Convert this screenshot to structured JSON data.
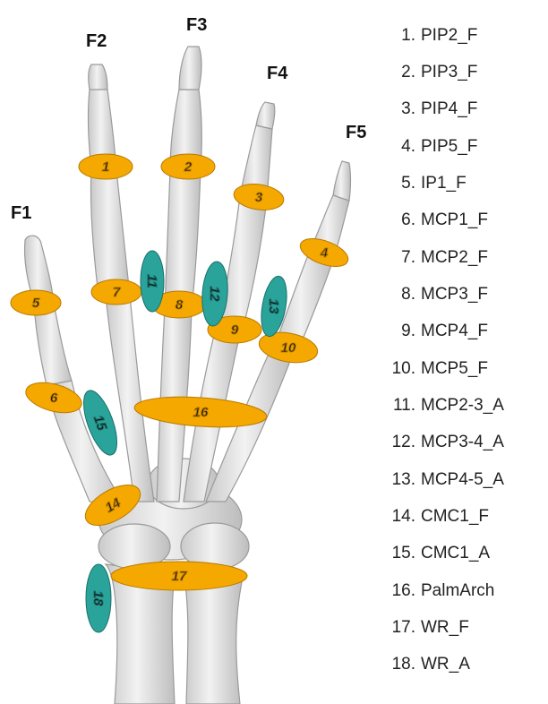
{
  "finger_labels": [
    "F1",
    "F2",
    "F3",
    "F4",
    "F5"
  ],
  "markers": [
    "1",
    "2",
    "3",
    "4",
    "5",
    "6",
    "7",
    "8",
    "9",
    "10",
    "11",
    "12",
    "13",
    "14",
    "15",
    "16",
    "17",
    "18"
  ],
  "legend": [
    {
      "num": "1.",
      "label": "PIP2_F"
    },
    {
      "num": "2.",
      "label": "PIP3_F"
    },
    {
      "num": "3.",
      "label": "PIP4_F"
    },
    {
      "num": "4.",
      "label": "PIP5_F"
    },
    {
      "num": "5.",
      "label": "IP1_F"
    },
    {
      "num": "6.",
      "label": "MCP1_F"
    },
    {
      "num": "7.",
      "label": "MCP2_F"
    },
    {
      "num": "8.",
      "label": "MCP3_F"
    },
    {
      "num": "9.",
      "label": "MCP4_F"
    },
    {
      "num": "10.",
      "label": "MCP5_F"
    },
    {
      "num": "11.",
      "label": "MCP2-3_A"
    },
    {
      "num": "12.",
      "label": "MCP3-4_A"
    },
    {
      "num": "13.",
      "label": "MCP4-5_A"
    },
    {
      "num": "14.",
      "label": "CMC1_F"
    },
    {
      "num": "15.",
      "label": "CMC1_A"
    },
    {
      "num": "16.",
      "label": "PalmArch"
    },
    {
      "num": "17.",
      "label": "WR_F"
    },
    {
      "num": "18.",
      "label": "WR_A"
    }
  ],
  "colors": {
    "flexion": "#f5a800",
    "abduction": "#2aa39b",
    "bone": "#e6e6e6",
    "bone_outline": "#9a9a9a"
  }
}
